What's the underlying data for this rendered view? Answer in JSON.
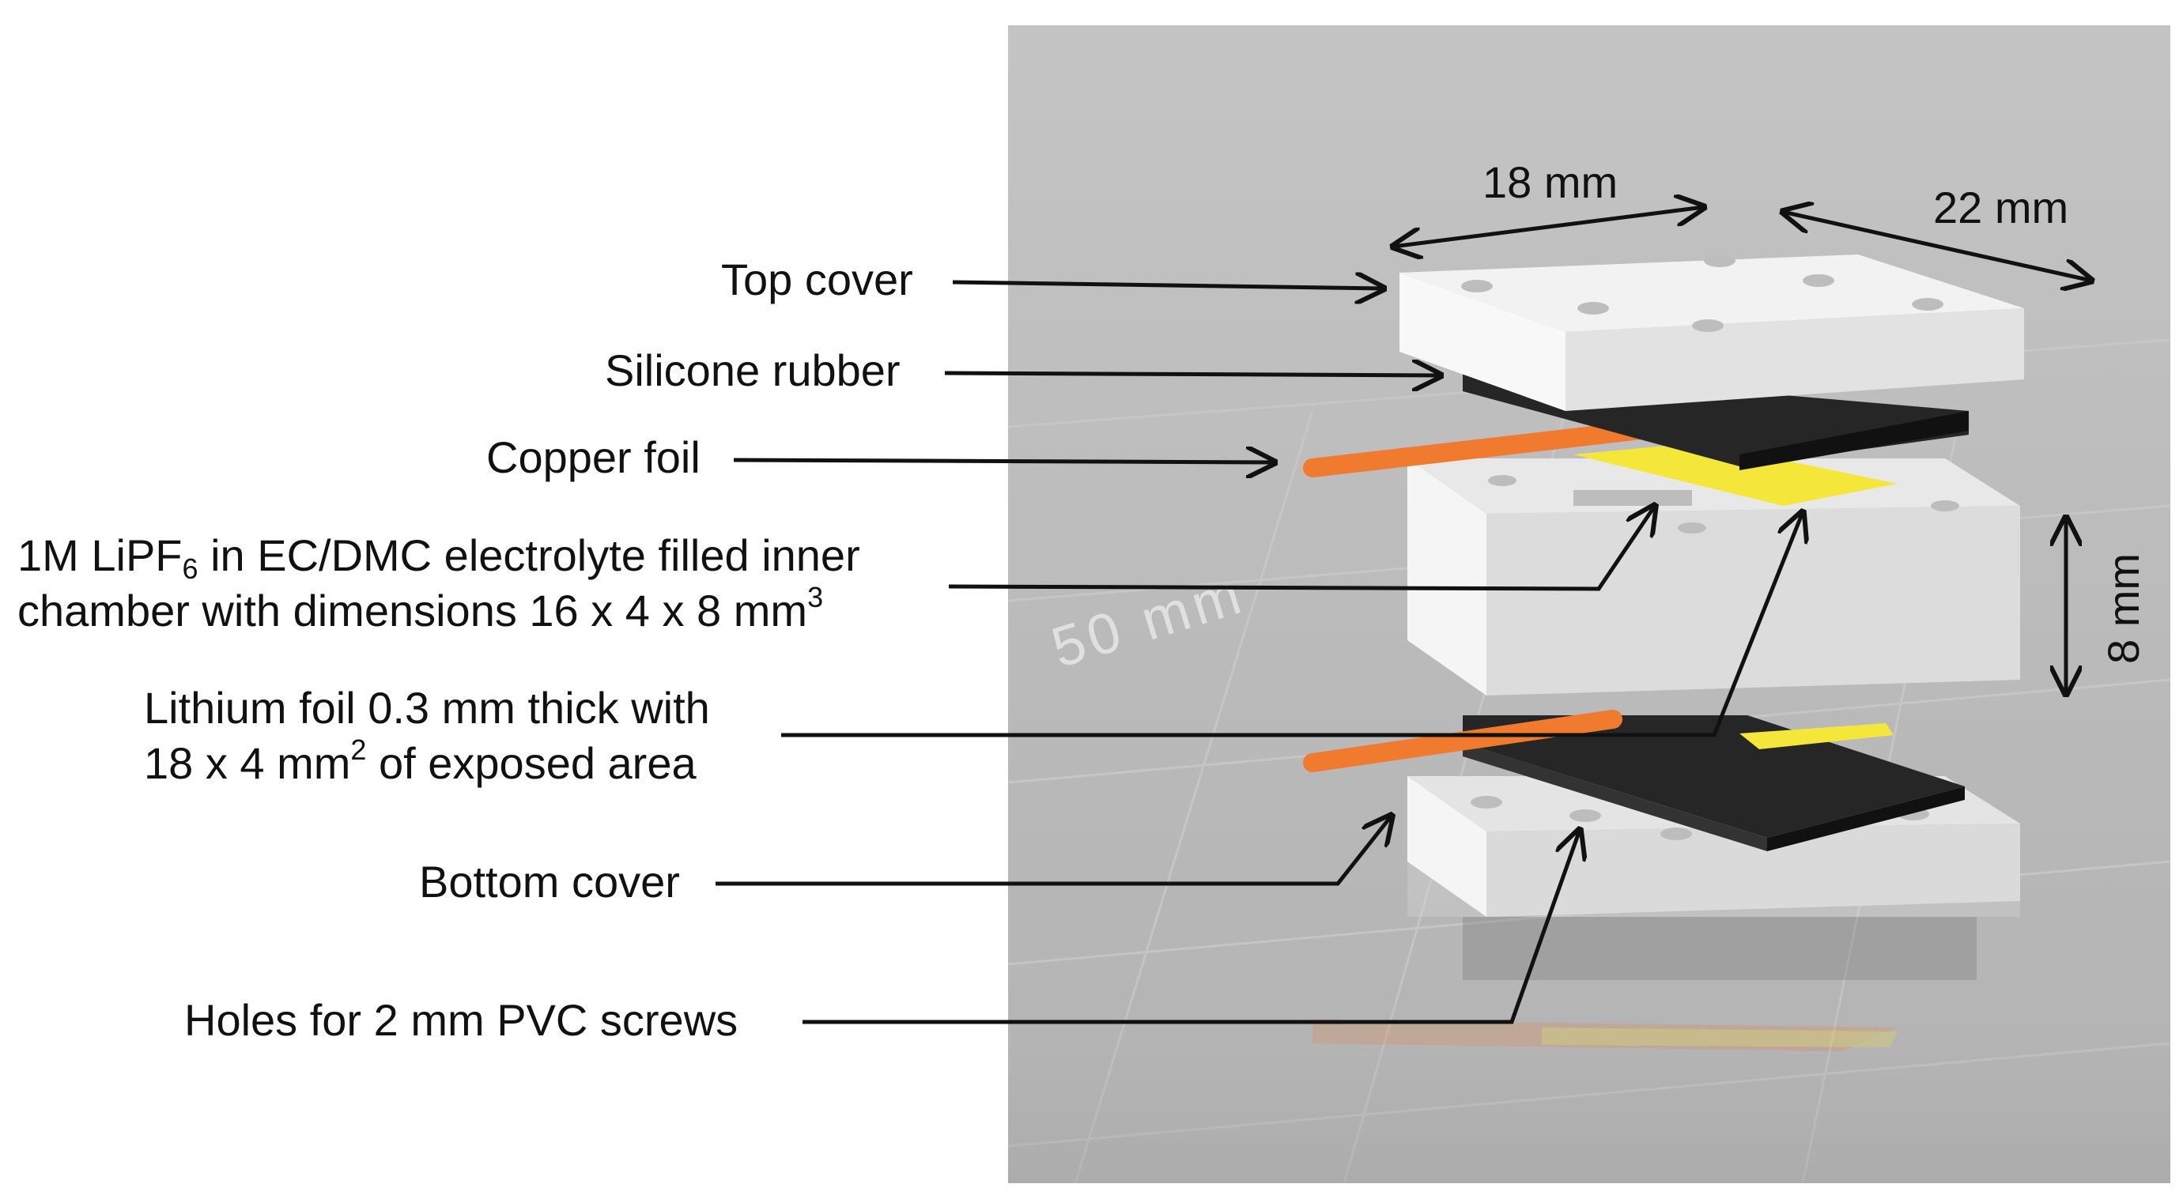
{
  "labels": {
    "top_cover": "Top cover",
    "silicone_rubber": "Silicone rubber",
    "copper_foil": "Copper foil",
    "electrolyte_line1_pre": "1M LiPF",
    "electrolyte_line1_sub": "6",
    "electrolyte_line1_post": " in EC/DMC electrolyte filled inner",
    "electrolyte_line2_pre": "chamber with dimensions 16 x 4 x 8 mm",
    "electrolyte_line2_sup": "3",
    "lithium_line1": "Lithium foil 0.3 mm thick with",
    "lithium_line2_pre": "18 x 4 mm",
    "lithium_line2_sup": "2",
    "lithium_line2_post": " of exposed area",
    "bottom_cover": "Bottom cover",
    "holes": "Holes for 2 mm PVC screws"
  },
  "dimensions": {
    "width": "18 mm",
    "depth": "22 mm",
    "height": "8 mm"
  },
  "watermark": "50 mm",
  "colors": {
    "render_bg": "#bdbdbd",
    "white_block": "#f2f2f2",
    "rubber": "#262626",
    "copper": "#f07a2e",
    "lithium": "#f5e63a"
  }
}
